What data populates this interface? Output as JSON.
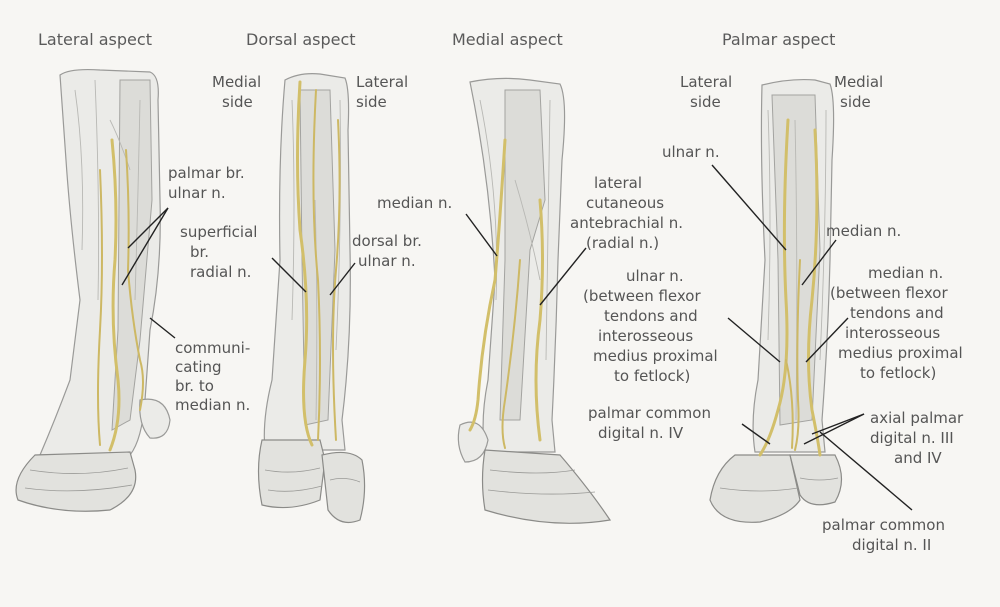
{
  "aspects": {
    "lateral": "Lateral aspect",
    "dorsal": "Dorsal aspect",
    "medial": "Medial aspect",
    "palmar": "Palmar aspect"
  },
  "sides": {
    "dorsal_medial": [
      "Medial",
      "side"
    ],
    "dorsal_lateral": [
      "Lateral",
      "side"
    ],
    "palmar_lateral": [
      "Lateral",
      "side"
    ],
    "palmar_medial": [
      "Medial",
      "side"
    ]
  },
  "labels": {
    "palmar_br_ulnar": [
      "palmar br.",
      "ulnar n."
    ],
    "superficial_br_radial": [
      "superficial",
      "br.",
      "radial n."
    ],
    "communicating_br": [
      "communi-",
      "cating",
      "br. to",
      "median n."
    ],
    "dorsal_br_ulnar": [
      "dorsal br.",
      "ulnar n."
    ],
    "median_medial": [
      "median n."
    ],
    "lateral_cutaneous": [
      "lateral",
      "cutaneous",
      "antebrachial n.",
      "(radial n.)"
    ],
    "ulnar_between": [
      "ulnar n.",
      "(between flexor",
      "tendons and",
      "interosseous",
      "medius proximal",
      "to fetlock)"
    ],
    "palmar_common_iv": [
      "palmar common",
      "digital n. IV"
    ],
    "ulnar_palmar": [
      "ulnar n."
    ],
    "median_palmar": [
      "median n."
    ],
    "median_between": [
      "median n.",
      "(between flexor",
      "tendons and",
      "interosseous",
      "medius proximal",
      "to fetlock)"
    ],
    "axial_palmar": [
      "axial palmar",
      "digital n. III",
      "and IV"
    ],
    "palmar_common_ii": [
      "palmar common",
      "digital n. II"
    ]
  }
}
